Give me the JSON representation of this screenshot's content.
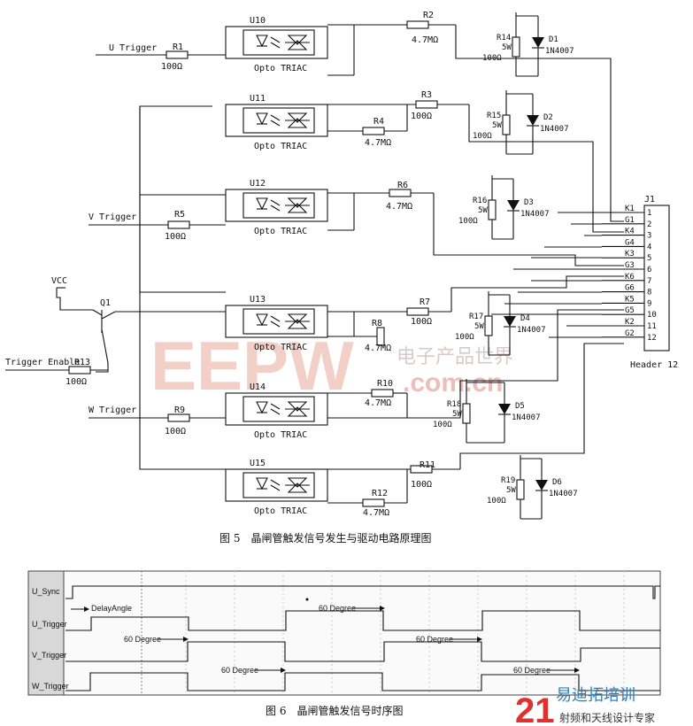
{
  "fig5_caption": "图 5　晶闸管触发信号发生与驱动电路原理图",
  "fig6_caption": "图 6　晶闸管触发信号时序图",
  "opto_label": "Opto TRIAC",
  "triggers": {
    "u": "U Trigger",
    "v": "V Trigger",
    "w": "W Trigger",
    "enable": "Trigger Enable",
    "vcc": "VCC",
    "q1": "Q1"
  },
  "optos": [
    "U10",
    "U11",
    "U12",
    "U13",
    "U14",
    "U15"
  ],
  "resistors": {
    "r1": "R1",
    "r1v": "100Ω",
    "r2": "R2",
    "r2v": "4.7MΩ",
    "r3": "R3",
    "r3v": "100Ω",
    "r4": "R4",
    "r4v": "4.7MΩ",
    "r5": "R5",
    "r5v": "100Ω",
    "r6": "R6",
    "r6v": "4.7MΩ",
    "r7": "R7",
    "r7v": "100Ω",
    "r8": "R8",
    "r8v": "4.7MΩ",
    "r9": "R9",
    "r9v": "100Ω",
    "r10": "R10",
    "r10v": "4.7MΩ",
    "r11": "R11",
    "r11v": "100Ω",
    "r12": "R12",
    "r12v": "4.7MΩ",
    "r13": "R13",
    "r13v": "100Ω",
    "r14": "R14",
    "r15": "R15",
    "r16": "R16",
    "r17": "R17",
    "r18": "R18",
    "r19": "R19",
    "rpw": "5W",
    "rpv": "100Ω"
  },
  "diodes": [
    {
      "n": "D1",
      "p": "1N4007"
    },
    {
      "n": "D2",
      "p": "1N4007"
    },
    {
      "n": "D3",
      "p": "1N4007"
    },
    {
      "n": "D4",
      "p": "1N4007"
    },
    {
      "n": "D5",
      "p": "1N4007"
    },
    {
      "n": "D6",
      "p": "1N4007"
    }
  ],
  "header": {
    "ref": "J1",
    "name": "Header 12",
    "pins": [
      "1",
      "2",
      "3",
      "4",
      "5",
      "6",
      "7",
      "8",
      "9",
      "10",
      "11",
      "12"
    ],
    "nets": [
      "K1",
      "G1",
      "K4",
      "G4",
      "K3",
      "G3",
      "K6",
      "G6",
      "K5",
      "G5",
      "K2",
      "G2"
    ]
  },
  "watermark": {
    "big": "EEPW",
    "cn": "电子产品世界",
    "url": ".com.cn"
  },
  "corner_logo": {
    "num": "21",
    "cn1": "易迪拓培训",
    "cn2": "射频和天线设计专家"
  },
  "timing": {
    "signals": [
      "U_Sync",
      "U_Trigger",
      "V_Trigger",
      "W_Trigger"
    ],
    "delay": "DelayAngle",
    "deg": "60 Degree"
  }
}
